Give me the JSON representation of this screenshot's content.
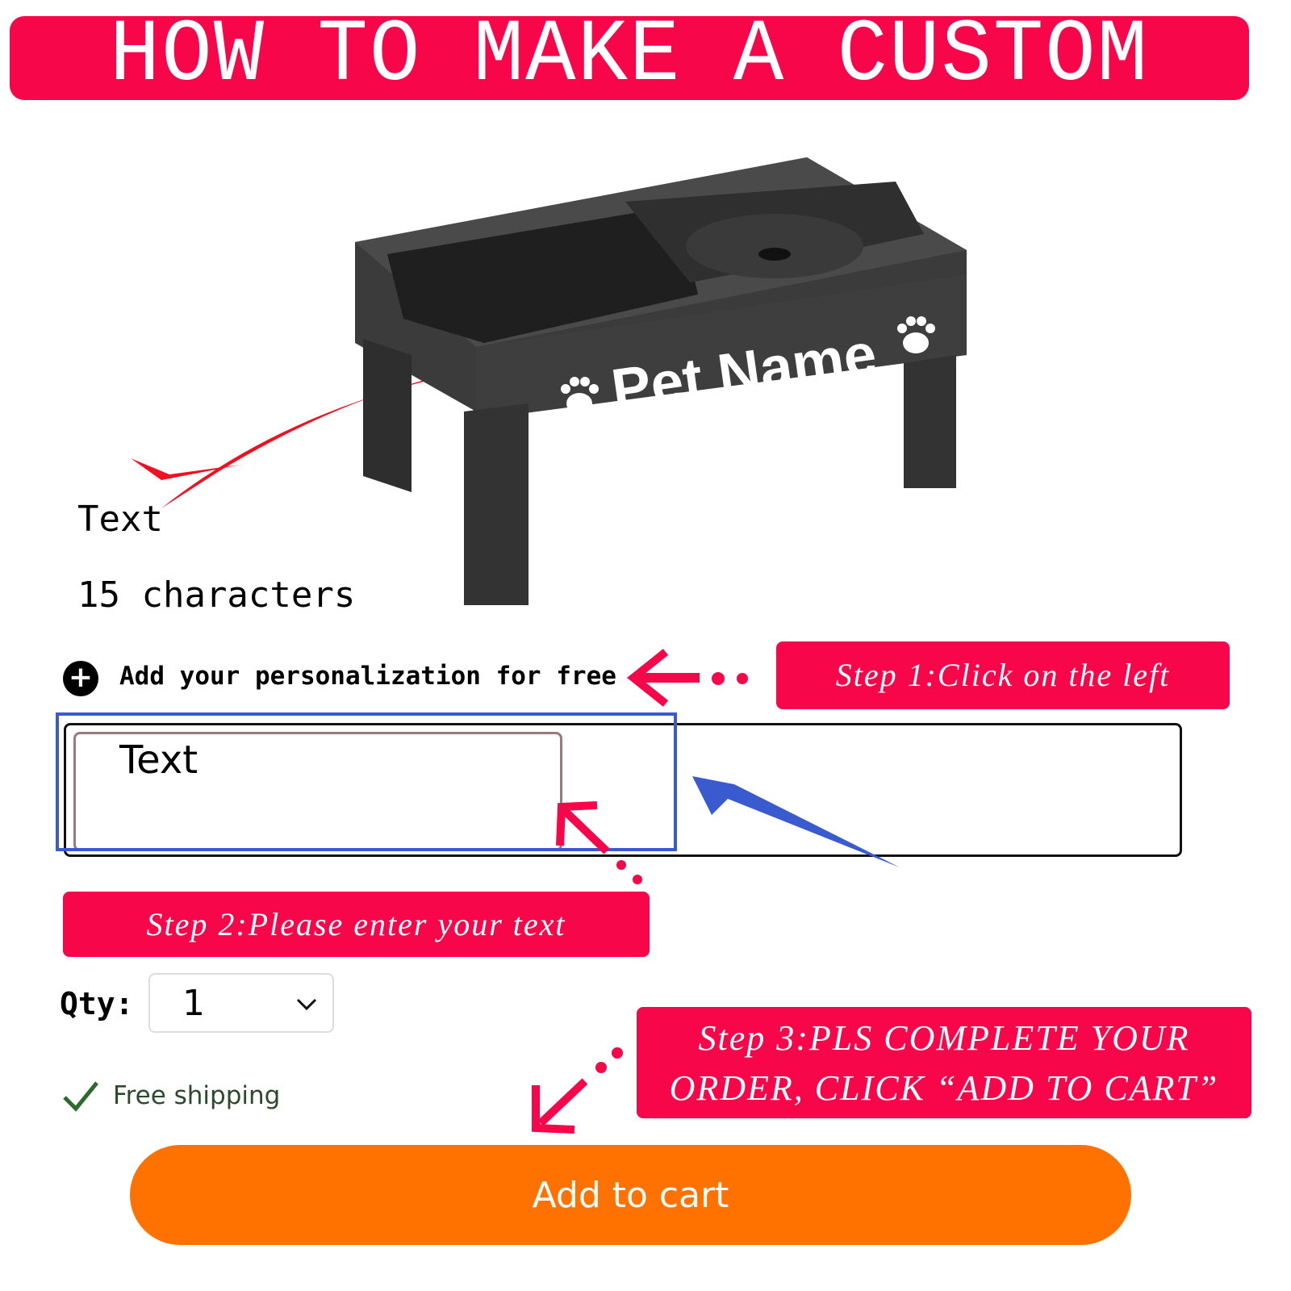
{
  "banner": {
    "title": "HOW TO MAKE A CUSTOM ORDER"
  },
  "product": {
    "engraving": "Pet Name"
  },
  "personalization_info": {
    "field_label": "Text",
    "limit": "15 characters"
  },
  "personalization": {
    "toggle_label": "Add your personalization for free"
  },
  "text_field": {
    "value": "Text"
  },
  "steps": {
    "step1": "Step 1:Click on the left",
    "step2": "Step 2:Please enter your text",
    "step3_line1": "Step 3:PLS COMPLETE YOUR",
    "step3_line2": "ORDER, CLICK “ADD TO CART”"
  },
  "quantity": {
    "label": "Qty:",
    "value": "1"
  },
  "shipping": {
    "label": "Free shipping"
  },
  "cart": {
    "label": "Add to cart"
  },
  "colors": {
    "accent": "#f7074a",
    "cart": "#ff7200",
    "highlight": "#3a5bd0",
    "shipping": "#2d6a2d"
  }
}
